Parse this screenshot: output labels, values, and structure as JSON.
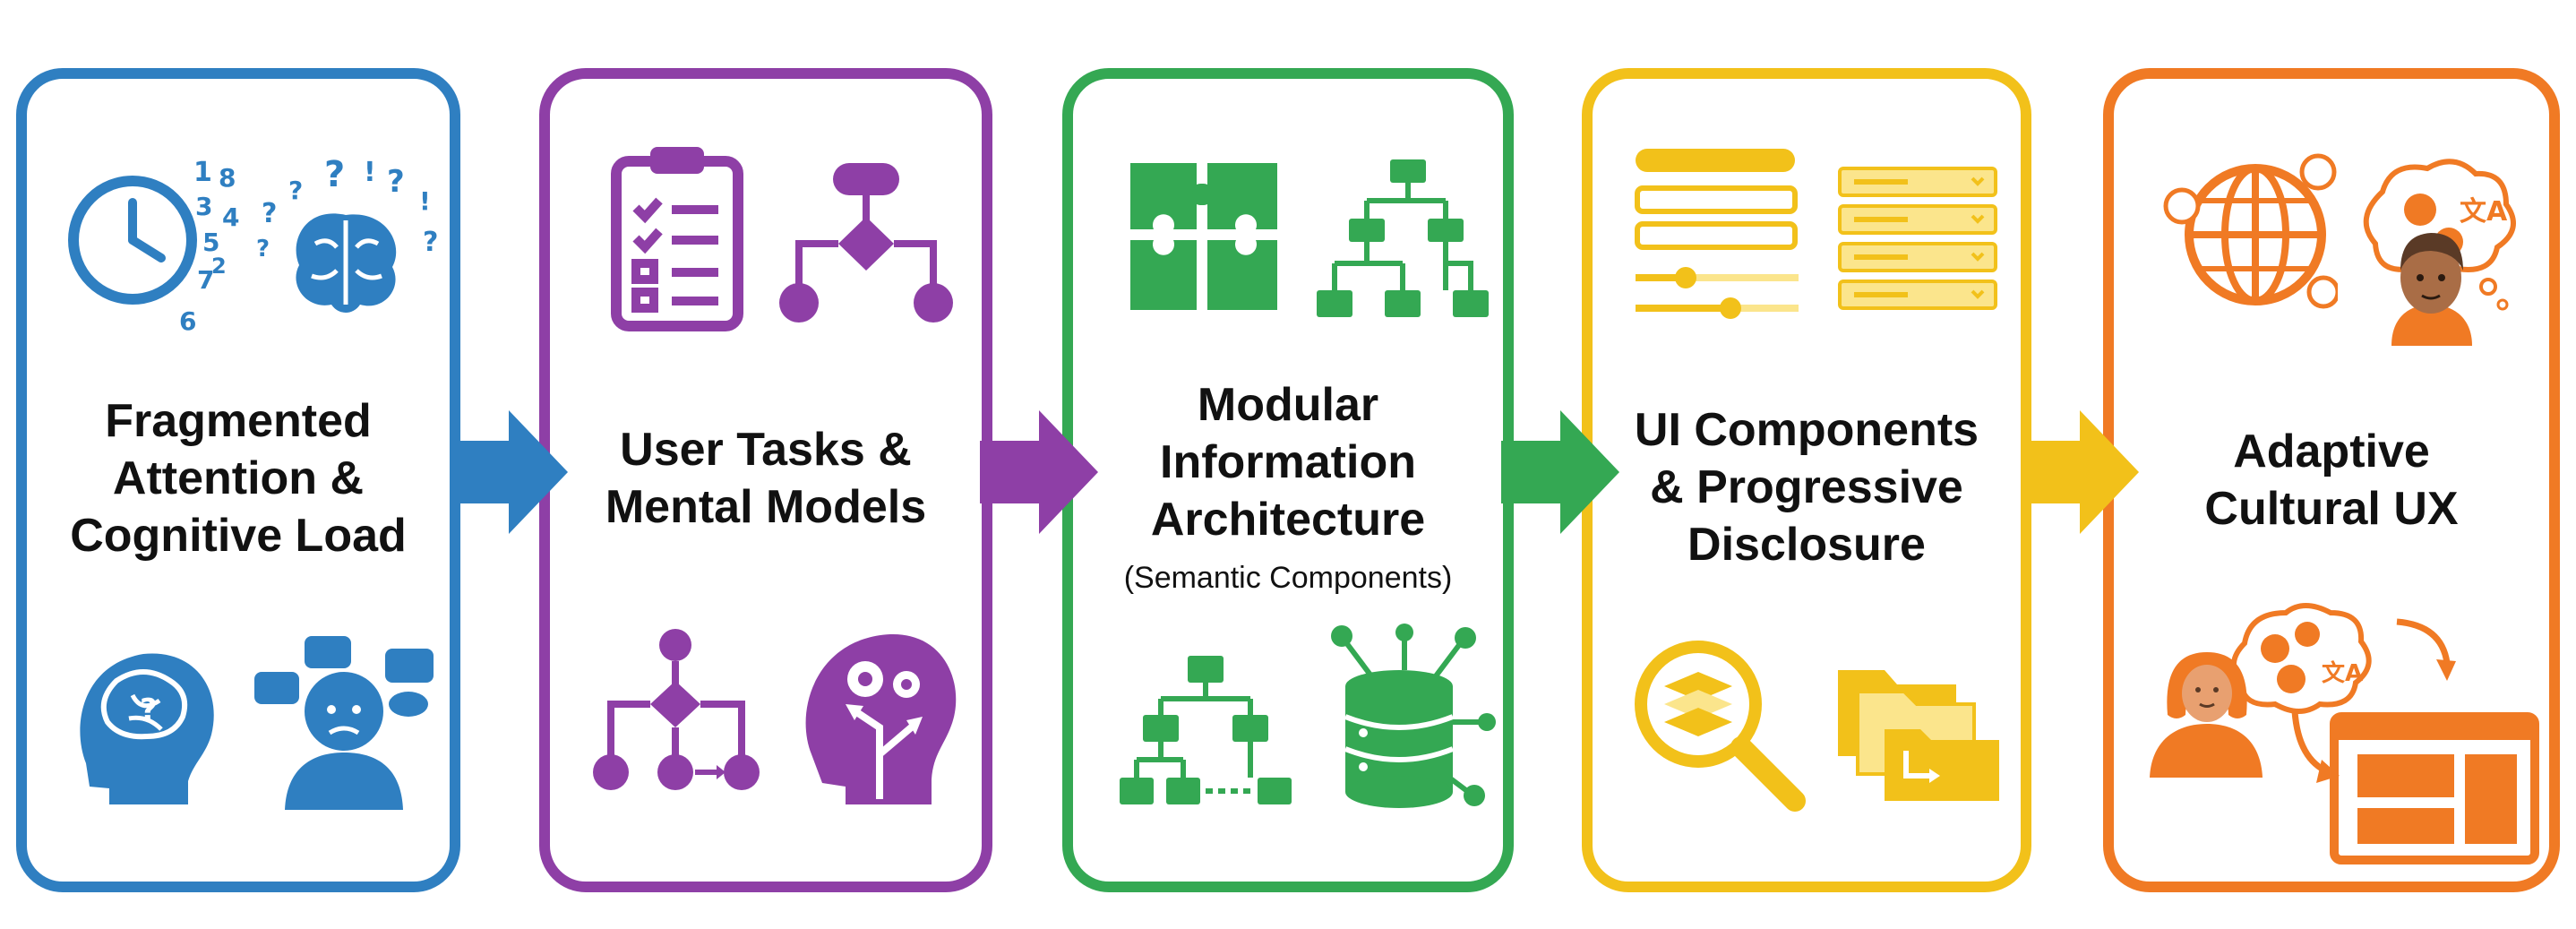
{
  "colors": {
    "blue": "#2f7fc1",
    "purple": "#8e3fa6",
    "green": "#34a853",
    "yellow": "#f2c11a",
    "orange": "#f07a24",
    "light_yellow": "#fbe58c",
    "skin": "#a96d46"
  },
  "stages": [
    {
      "title_lines": [
        "Fragmented",
        "Attention &",
        "Cognitive Load"
      ],
      "icons": [
        "clock-numbers-icon",
        "brain-question-marks-icon",
        "brain-head-icon",
        "confused-person-speech-icon"
      ]
    },
    {
      "title_lines": [
        "User Tasks &",
        "Mental Models"
      ],
      "icons": [
        "clipboard-checklist-icon",
        "flowchart-icon",
        "branch-flow-icon",
        "head-gears-icon"
      ]
    },
    {
      "title_lines": [
        "Modular",
        "Information",
        "Architecture"
      ],
      "subtitle": "(Semantic Components)",
      "icons": [
        "puzzle-pieces-icon",
        "hierarchy-tree-icon",
        "sitemap-icon",
        "database-network-icon"
      ]
    },
    {
      "title_lines": [
        "UI Components",
        "& Progressive",
        "Disclosure"
      ],
      "icons": [
        "form-sliders-icon",
        "accordion-list-icon",
        "magnifier-layers-icon",
        "folder-stack-icon"
      ]
    },
    {
      "title_lines": [
        "Adaptive",
        "Cultural UX"
      ],
      "icons": [
        "globe-icon",
        "person-thinking-languages-icon",
        "woman-translation-icon",
        "web-layout-icon"
      ]
    }
  ]
}
